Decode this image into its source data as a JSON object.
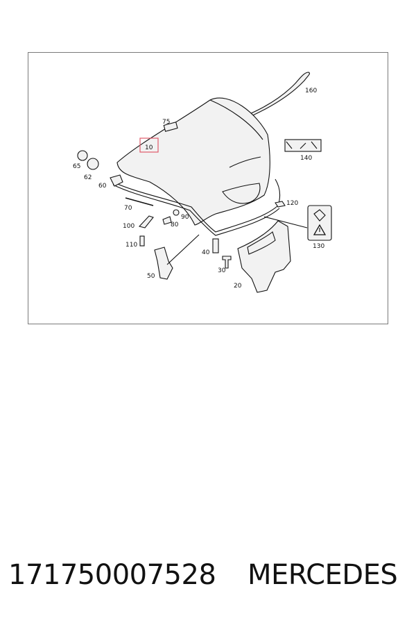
{
  "diagram": {
    "callouts": {
      "c10": "10",
      "c20": "20",
      "c30": "30",
      "c40": "40",
      "c50": "50",
      "c60": "60",
      "c62": "62",
      "c65": "65",
      "c70": "70",
      "c75": "75",
      "c80": "80",
      "c90": "90",
      "c100": "100",
      "c110": "110",
      "c120": "120",
      "c130": "130",
      "c140": "140",
      "c160": "160"
    },
    "highlight_color": "#e05a6a"
  },
  "footer": {
    "part_number": "171750007528",
    "brand": "MERCEDES"
  }
}
